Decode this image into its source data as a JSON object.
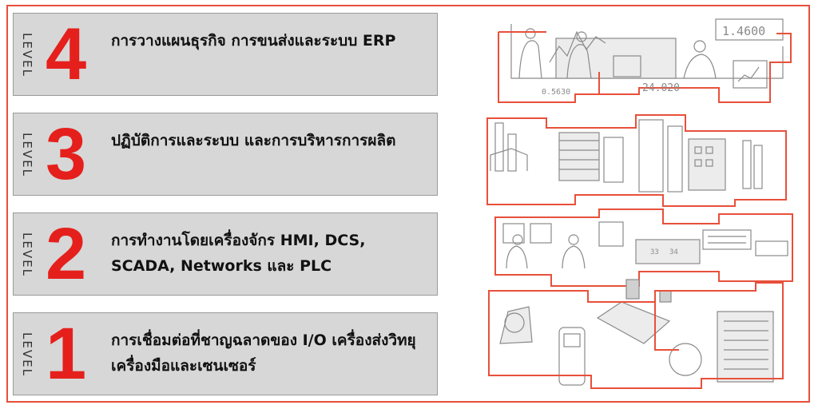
{
  "levels": [
    {
      "word": "LEVEL",
      "number": "4",
      "text": "การวางแผนธุรกิจ การขนส่งและระบบ ERP"
    },
    {
      "word": "LEVEL",
      "number": "3",
      "text": "ปฏิบัติการและระบบ และการบริหารการผลิต"
    },
    {
      "word": "LEVEL",
      "number": "2",
      "text": "การทำงานโดยเครื่องจักร HMI, DCS, SCADA, Networks และ PLC"
    },
    {
      "word": "LEVEL",
      "number": "1",
      "text": "การเชื่อมต่อที่ชาญฉลาดของ I/O เครื่องส่งวิทยุ เครื่องมือและเซนเซอร์"
    }
  ],
  "illustration": {
    "readouts": [
      "1.4600",
      "0.5630",
      "24.020",
      "33",
      "34"
    ],
    "colors": {
      "accent": "#e5201c",
      "line": "#e8503a",
      "sketch": "#8a8a8a",
      "panel": "#d7d7d7"
    }
  }
}
